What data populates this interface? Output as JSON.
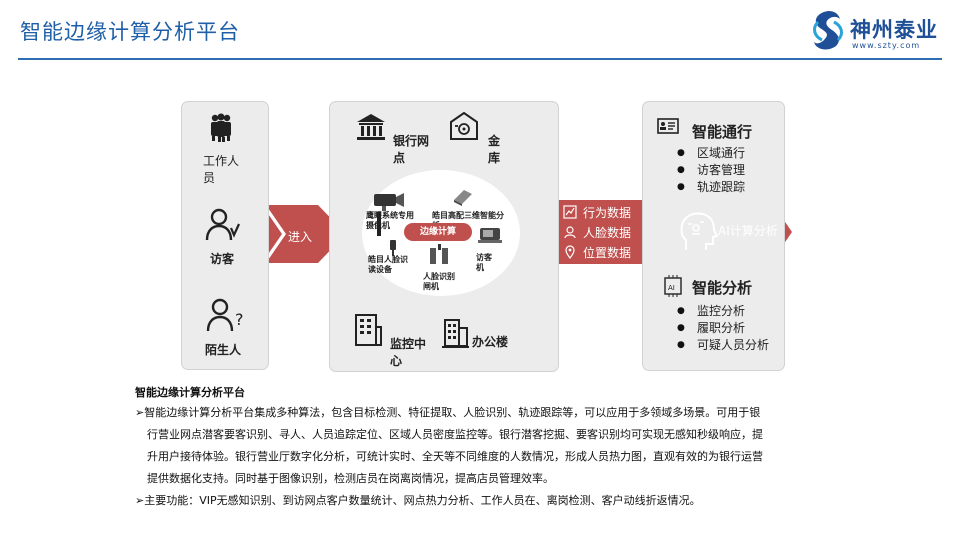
{
  "header": {
    "title": "智能边缘计算分析平台"
  },
  "logo": {
    "name": "神州泰业",
    "url": "www.szty.com"
  },
  "left_panel": {
    "items": [
      {
        "label": "工作人员",
        "icon": "staff-group-icon"
      },
      {
        "label": "访客",
        "icon": "visitor-icon"
      },
      {
        "label": "陌生人",
        "icon": "stranger-icon"
      }
    ]
  },
  "arrow_enter": {
    "label": "进入"
  },
  "middle_panel": {
    "scenes": [
      {
        "label": "银行网点",
        "icon": "bank-icon"
      },
      {
        "label": "金库",
        "icon": "vault-icon"
      },
      {
        "label": "监控中心",
        "icon": "monitor-center-icon"
      },
      {
        "label": "办公楼",
        "icon": "office-building-icon"
      }
    ],
    "devices": [
      {
        "label": "鹰眼系统专用摄像机",
        "icon": "camera-icon"
      },
      {
        "label": "皓目高配三维智能分析",
        "icon": "3d-analyzer-icon"
      },
      {
        "label": "皓目人脸识读设备",
        "icon": "face-reader-icon"
      },
      {
        "label": "人脸识别闸机",
        "icon": "face-gate-icon"
      },
      {
        "label": "访客机",
        "icon": "visitor-machine-icon"
      }
    ],
    "center_tag": "边缘计算"
  },
  "data_flow": {
    "items": [
      {
        "label": "行为数据",
        "icon": "behavior-data-icon"
      },
      {
        "label": "人脸数据",
        "icon": "face-data-icon"
      },
      {
        "label": "位置数据",
        "icon": "location-data-icon"
      }
    ]
  },
  "ai_arrow": {
    "label": "AI计算分析",
    "icon": "ai-head-icon"
  },
  "right_panel": {
    "traffic": {
      "title": "智能通行",
      "icon": "id-card-icon",
      "items": [
        "区域通行",
        "访客管理",
        "轨迹跟踪"
      ]
    },
    "analysis": {
      "title": "智能分析",
      "icon": "ai-chip-icon",
      "items": [
        "监控分析",
        "履职分析",
        "可疑人员分析"
      ]
    }
  },
  "description": {
    "title": "智能边缘计算分析平台",
    "lines": [
      "➢智能边缘计算分析平台集成多种算法，包含目标检测、特征提取、人脸识别、轨迹跟踪等，可以应用于多领域多场景。可用于银",
      "行营业网点潜客要客识别、寻人、人员追踪定位、区域人员密度监控等。银行潜客挖掘、要客识别均可实现无感知秒级响应，提",
      "升用户接待体验。银行营业厅数字化分析，可统计实时、全天等不同维度的人数情况，形成人员热力图，直观有效的为银行运营",
      "提供数据化支持。同时基于图像识别，检测店员在岗离岗情况，提高店员管理效率。",
      "➢主要功能：VIP无感知识别、到访网点客户数量统计、网点热力分析、工作人员在、离岗检测、客户动线折返情况。"
    ]
  },
  "colors": {
    "accent_red": "#c0504d",
    "title_blue": "#1f5fa8",
    "panel_gray": "#ececec"
  }
}
